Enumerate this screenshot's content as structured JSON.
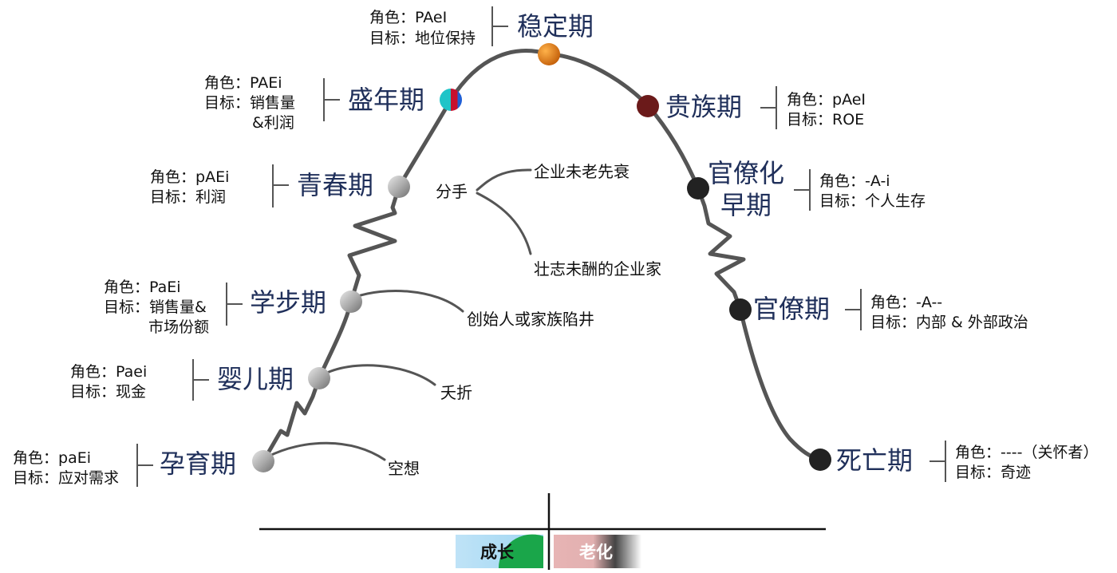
{
  "colors": {
    "curve": "#555555",
    "stage_text": "#1f2f5a",
    "node_gray": "#a8a8a8",
    "node_dark": "#222222",
    "node_orange": "#e07a10",
    "node_maroon": "#6b1a1a",
    "node_cyan": "#20c4c8",
    "node_red": "#c8102e",
    "growth_green": "#1aa64a",
    "growth_blue": "#bfe3f7",
    "aging_pink": "#e7b4b4",
    "aging_gray": "#555555"
  },
  "stages": [
    {
      "id": "gestation",
      "name": "孕育期",
      "role_label": "角色：",
      "role": "paEi",
      "goal_label": "目标：",
      "goal": [
        "应对需求"
      ],
      "node": "gray"
    },
    {
      "id": "infancy",
      "name": "婴儿期",
      "role_label": "角色：",
      "role": "Paei",
      "goal_label": "目标：",
      "goal": [
        "现金"
      ],
      "node": "gray"
    },
    {
      "id": "go-go",
      "name": "学步期",
      "role_label": "角色：",
      "role": "PaEi",
      "goal_label": "目标：",
      "goal": [
        "销售量&",
        "市场份额"
      ],
      "node": "gray"
    },
    {
      "id": "adolescence",
      "name": "青春期",
      "role_label": "角色：",
      "role": "pAEi",
      "goal_label": "目标：",
      "goal": [
        "利润"
      ],
      "node": "gray"
    },
    {
      "id": "prime",
      "name": "盛年期",
      "role_label": "角色：",
      "role": "PAEi",
      "goal_label": "目标：",
      "goal": [
        "销售量",
        "&利润"
      ],
      "node": "split"
    },
    {
      "id": "stable",
      "name": "稳定期",
      "role_label": "角色：",
      "role": "PAeI",
      "goal_label": "目标：",
      "goal": [
        "地位保持"
      ],
      "node": "orange"
    },
    {
      "id": "aristocracy",
      "name": "贵族期",
      "role_label": "角色：",
      "role": "pAeI",
      "goal_label": "目标：",
      "goal": [
        "ROE"
      ],
      "node": "maroon"
    },
    {
      "id": "early-bureaucracy",
      "name_lines": [
        "官僚化",
        "早期"
      ],
      "role_label": "角色：",
      "role": "-A-i",
      "goal_label": "目标：",
      "goal": [
        "个人生存"
      ],
      "node": "dark"
    },
    {
      "id": "bureaucracy",
      "name": "官僚期",
      "role_label": "角色：",
      "role": "-A--",
      "goal_label": "目标：",
      "goal": [
        "内部 & 外部政治"
      ],
      "node": "dark"
    },
    {
      "id": "death",
      "name": "死亡期",
      "role_label": "角色：",
      "role": "----（关怀者）",
      "goal_label": "目标：",
      "goal": [
        "奇迹"
      ],
      "node": "dark"
    }
  ],
  "outcomes": {
    "fantasy": "空想",
    "infant_mortality": "夭折",
    "founder_trap": "创始人或家族陷井",
    "divorce": "分手",
    "premature_aging": "企业未老先衰",
    "unfulfilled": "壮志未酬的企业家"
  },
  "phases": {
    "growth": "成长",
    "aging": "老化"
  }
}
